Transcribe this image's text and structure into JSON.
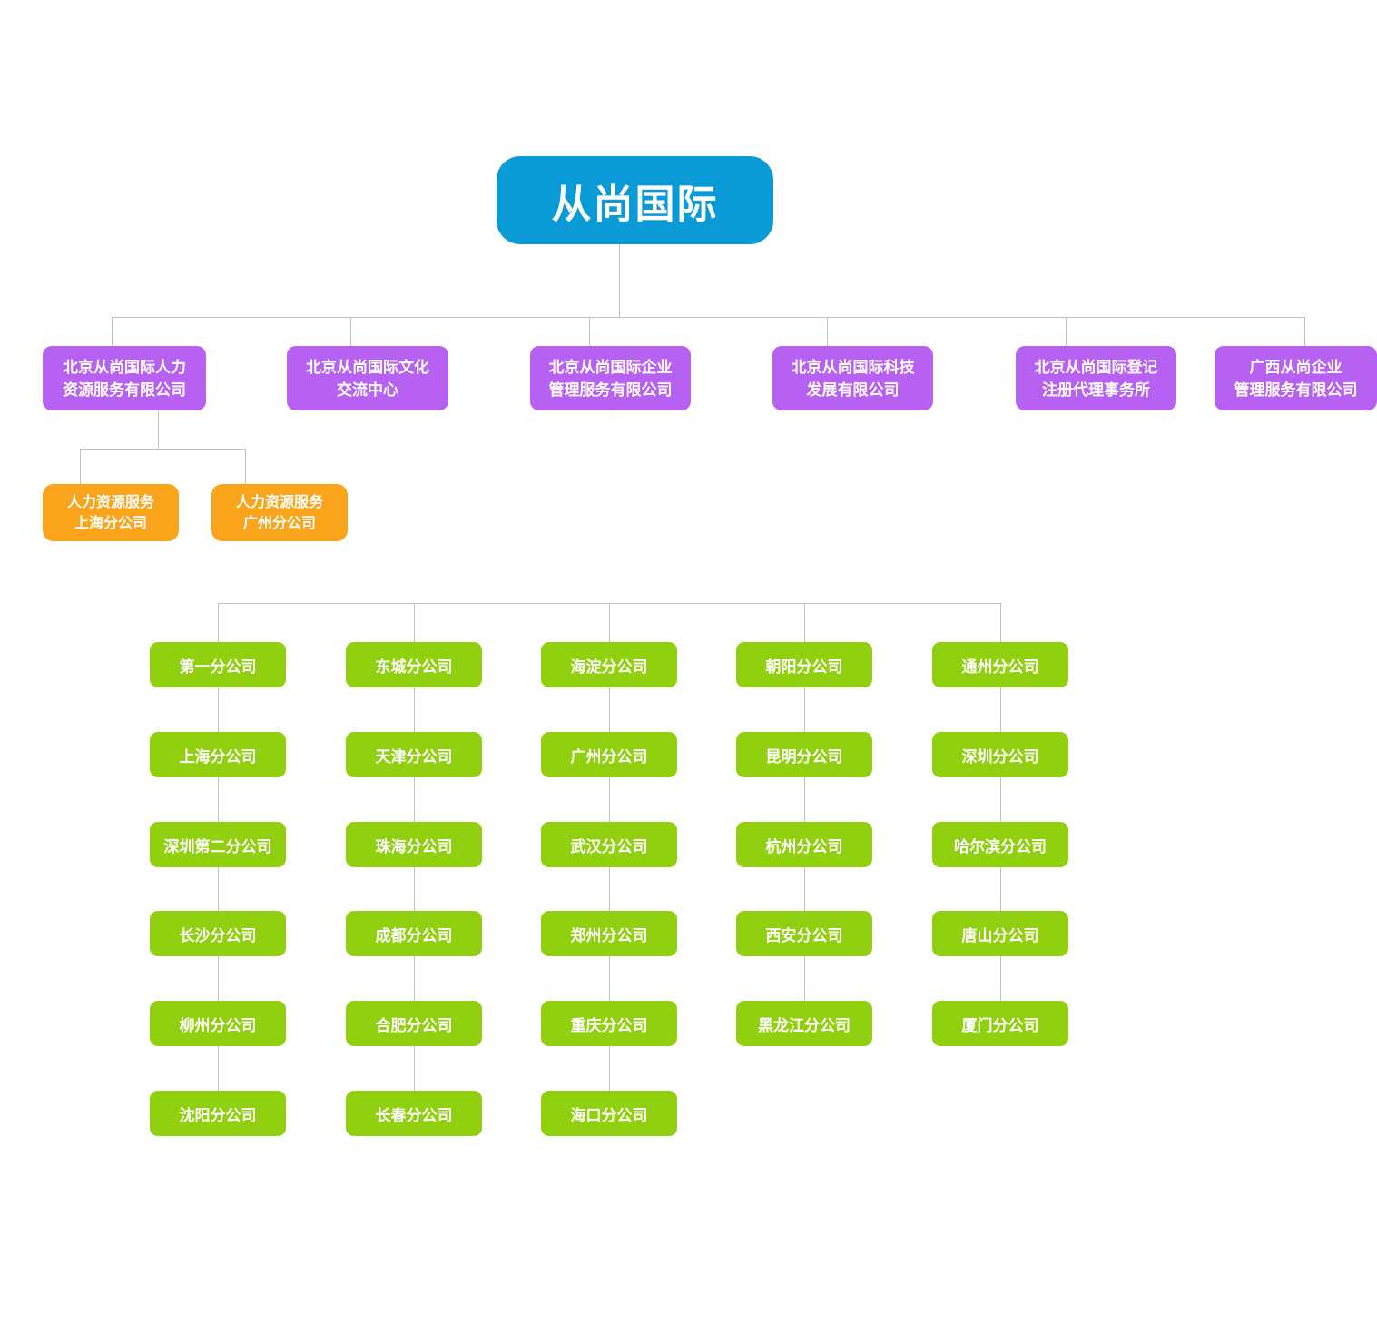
{
  "colors": {
    "root": "#0a9bd7",
    "level2": "#b761f2",
    "branch_orange": "#f9a41b",
    "branch_green": "#90d00e",
    "connector": "#c2c2c2",
    "text": "#ffffff",
    "background": "#ffffff"
  },
  "root": {
    "label": "从尚国际"
  },
  "level2": [
    {
      "lines": [
        "北京从尚国际人力",
        "资源服务有限公司"
      ]
    },
    {
      "lines": [
        "北京从尚国际文化",
        "交流中心"
      ]
    },
    {
      "lines": [
        "北京从尚国际企业",
        "管理服务有限公司"
      ]
    },
    {
      "lines": [
        "北京从尚国际科技",
        "发展有限公司"
      ]
    },
    {
      "lines": [
        "北京从尚国际登记",
        "注册代理事务所"
      ]
    },
    {
      "lines": [
        "广西从尚企业",
        "管理服务有限公司"
      ]
    }
  ],
  "hr_branches": [
    {
      "lines": [
        "人力资源服务",
        "上海分公司"
      ]
    },
    {
      "lines": [
        "人力资源服务",
        "广州分公司"
      ]
    }
  ],
  "management_columns": [
    {
      "items": [
        "第一分公司",
        "上海分公司",
        "深圳第二分公司",
        "长沙分公司",
        "柳州分公司",
        "沈阳分公司"
      ]
    },
    {
      "items": [
        "东城分公司",
        "天津分公司",
        "珠海分公司",
        "成都分公司",
        "合肥分公司",
        "长春分公司"
      ]
    },
    {
      "items": [
        "海淀分公司",
        "广州分公司",
        "武汉分公司",
        "郑州分公司",
        "重庆分公司",
        "海口分公司"
      ]
    },
    {
      "items": [
        "朝阳分公司",
        "昆明分公司",
        "杭州分公司",
        "西安分公司",
        "黑龙江分公司"
      ]
    },
    {
      "items": [
        "通州分公司",
        "深圳分公司",
        "哈尔滨分公司",
        "唐山分公司",
        "厦门分公司"
      ]
    }
  ]
}
